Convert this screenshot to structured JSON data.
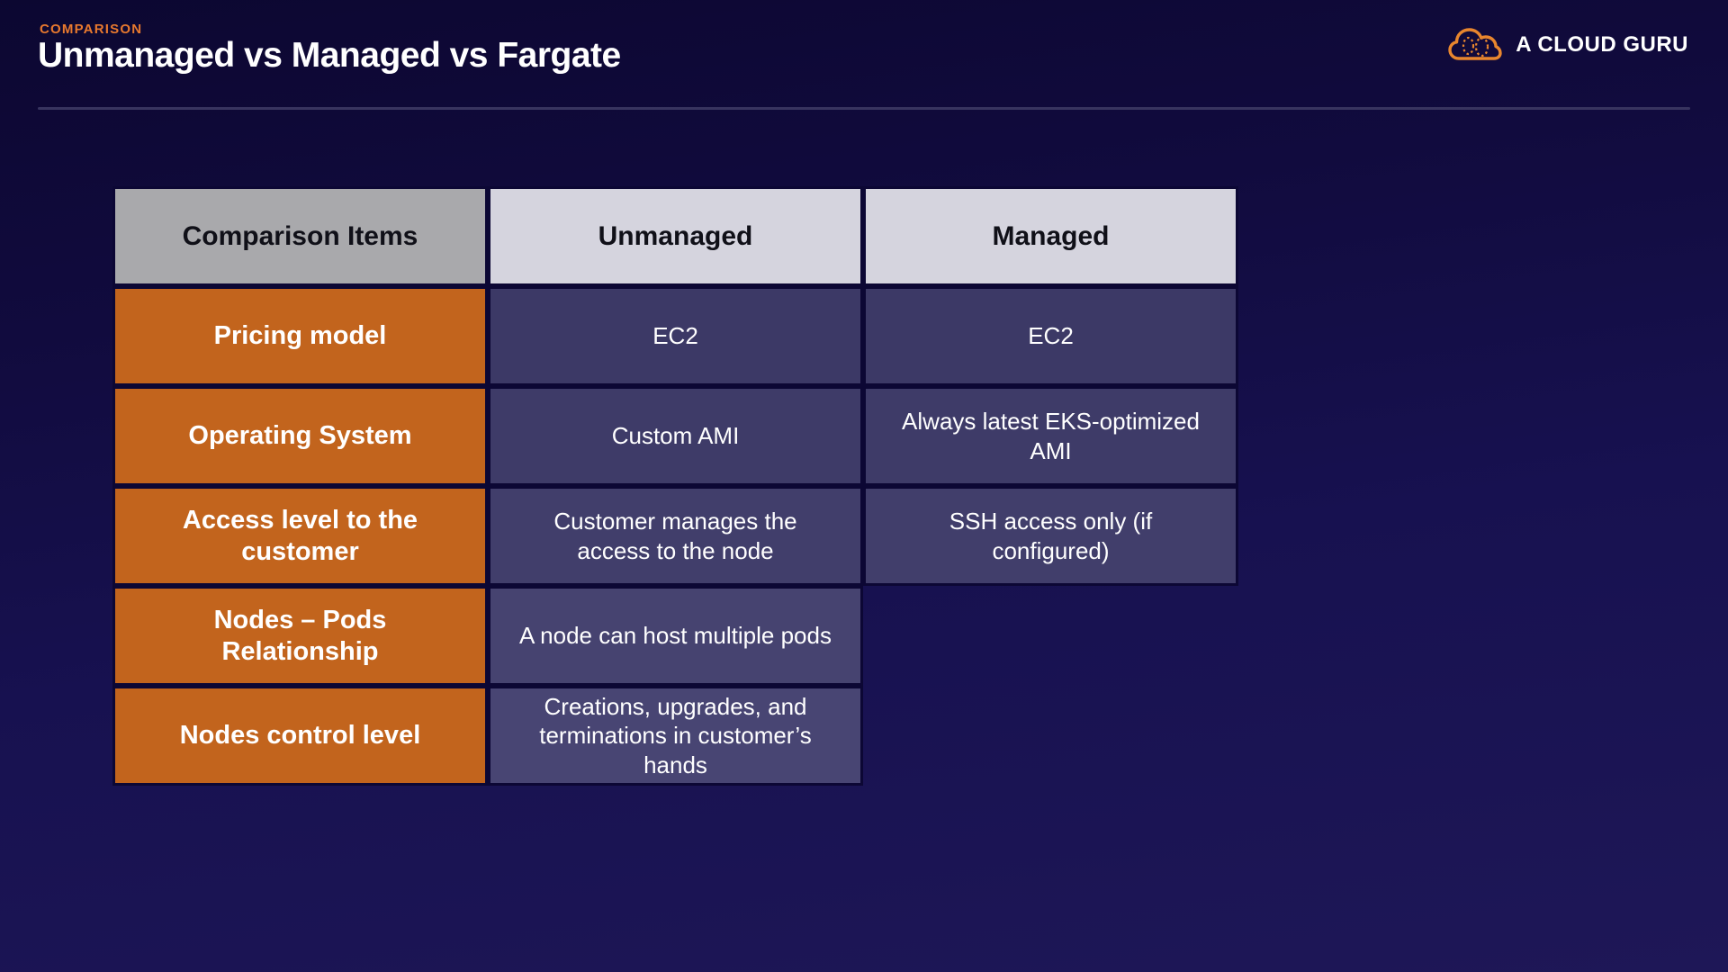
{
  "header": {
    "eyebrow": "COMPARISON",
    "title": "Unmanaged vs Managed vs Fargate",
    "brand": "A CLOUD GURU"
  },
  "colors": {
    "background_top": "#0c0731",
    "background_bottom": "#1e1757",
    "accent_orange": "#e8792e",
    "row_label_orange": "#c2641d",
    "header_gray": "#a9a9ac",
    "header_lavender": "#d5d4de",
    "cell_purple": "#3c3966",
    "cell_border_dark": "#0c0734",
    "text_white": "#ffffff"
  },
  "icons": {
    "cloud_logo": "acg-cloud-icon"
  },
  "table": {
    "columns": [
      "Comparison Items",
      "Unmanaged",
      "Managed"
    ],
    "rows": [
      {
        "item": "Pricing model",
        "unmanaged": "EC2",
        "managed": "EC2"
      },
      {
        "item": "Operating System",
        "unmanaged": "Custom AMI",
        "managed": "Always latest EKS-optimized AMI"
      },
      {
        "item": "Access level to the customer",
        "unmanaged": "Customer manages the access to the node",
        "managed": "SSH access only (if configured)"
      },
      {
        "item": "Nodes – Pods Relationship",
        "unmanaged": "A node can host multiple pods",
        "managed": ""
      },
      {
        "item": "Nodes control level",
        "unmanaged": "Creations, upgrades, and terminations in customer’s hands",
        "managed": ""
      }
    ]
  }
}
